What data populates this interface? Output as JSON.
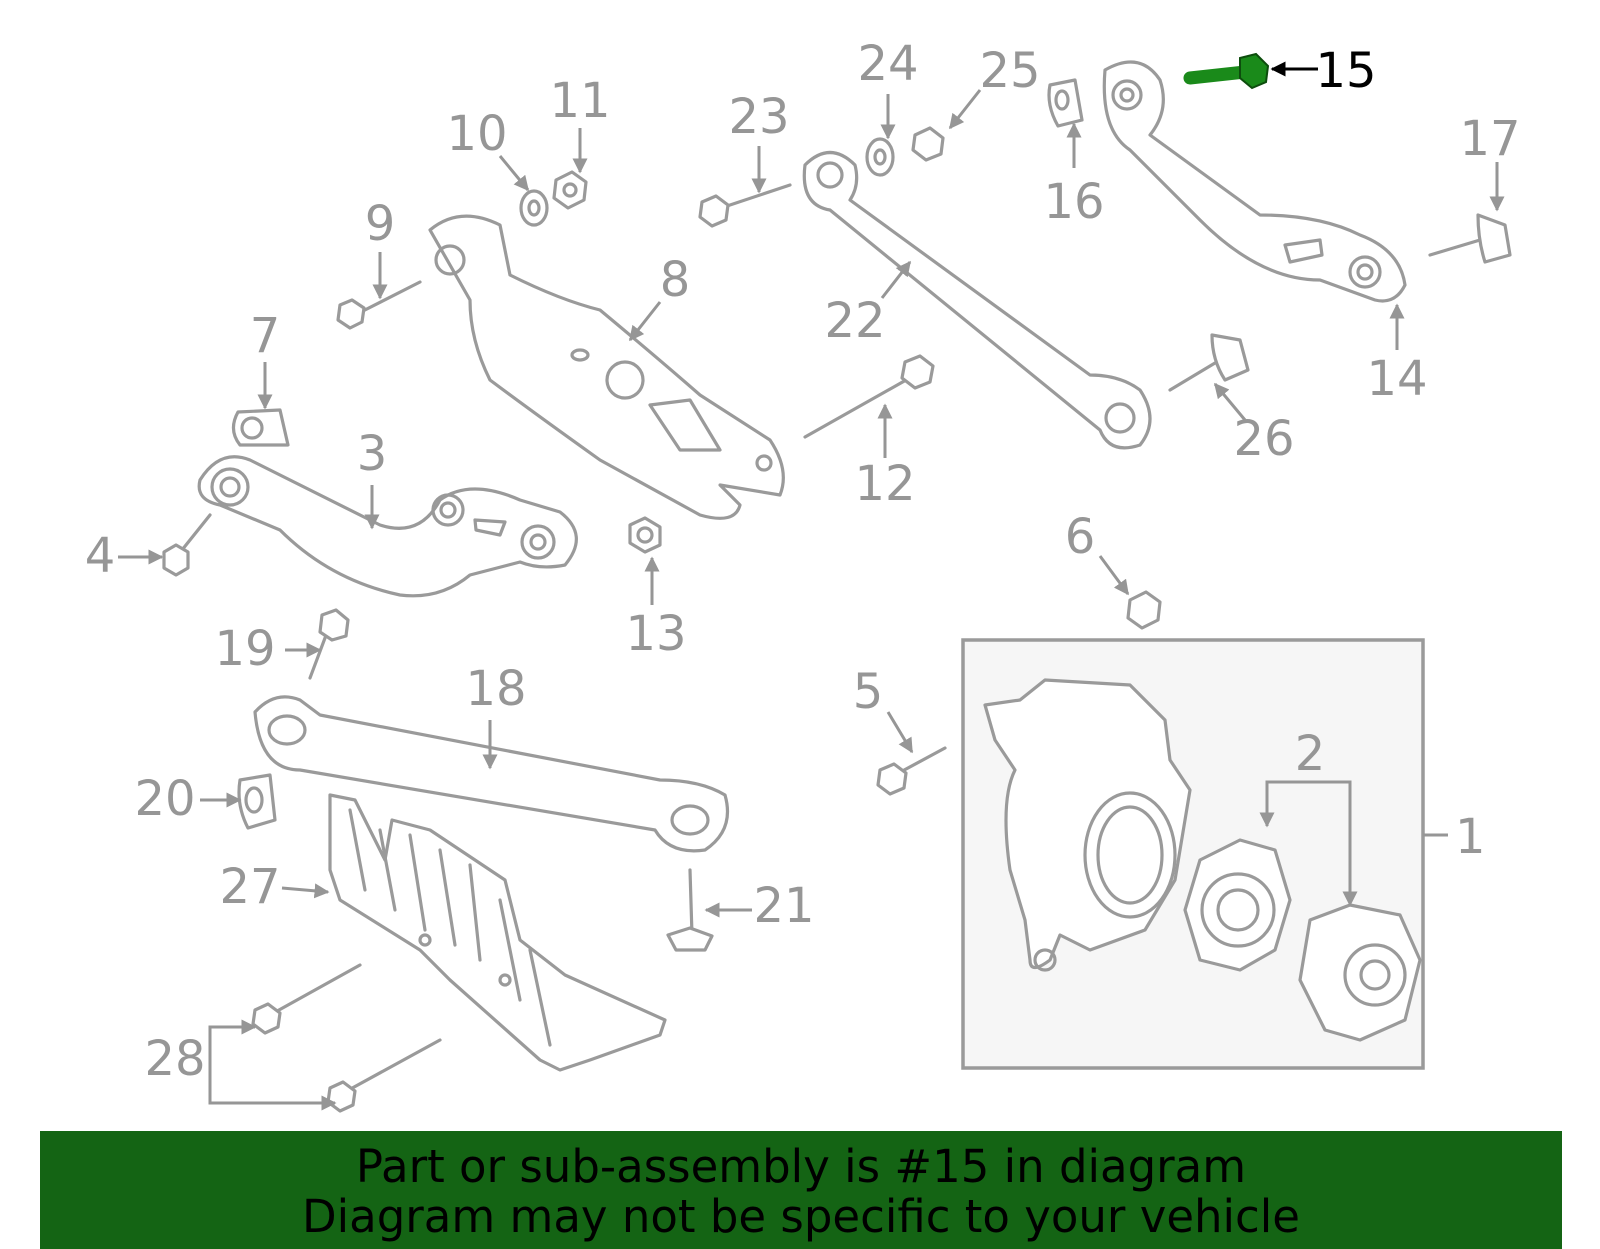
{
  "callouts": [
    {
      "num": "1"
    },
    {
      "num": "2"
    },
    {
      "num": "3"
    },
    {
      "num": "4"
    },
    {
      "num": "5"
    },
    {
      "num": "6"
    },
    {
      "num": "7"
    },
    {
      "num": "8"
    },
    {
      "num": "9"
    },
    {
      "num": "10"
    },
    {
      "num": "11"
    },
    {
      "num": "12"
    },
    {
      "num": "13"
    },
    {
      "num": "14"
    },
    {
      "num": "15"
    },
    {
      "num": "16"
    },
    {
      "num": "17"
    },
    {
      "num": "18"
    },
    {
      "num": "19"
    },
    {
      "num": "20"
    },
    {
      "num": "21"
    },
    {
      "num": "22"
    },
    {
      "num": "23"
    },
    {
      "num": "24"
    },
    {
      "num": "25"
    },
    {
      "num": "26"
    },
    {
      "num": "27"
    },
    {
      "num": "28"
    }
  ],
  "highlighted_part": "15",
  "colors": {
    "highlight_part": "#1a8a1a",
    "banner_background": "#146414",
    "callout_text": "#969696",
    "part_outline": "#9a9a9a",
    "inset_background": "#f6f6f6"
  },
  "banner": {
    "line1": "Part or sub-assembly is #15 in diagram",
    "line2": "Diagram may not be specific to your vehicle"
  }
}
